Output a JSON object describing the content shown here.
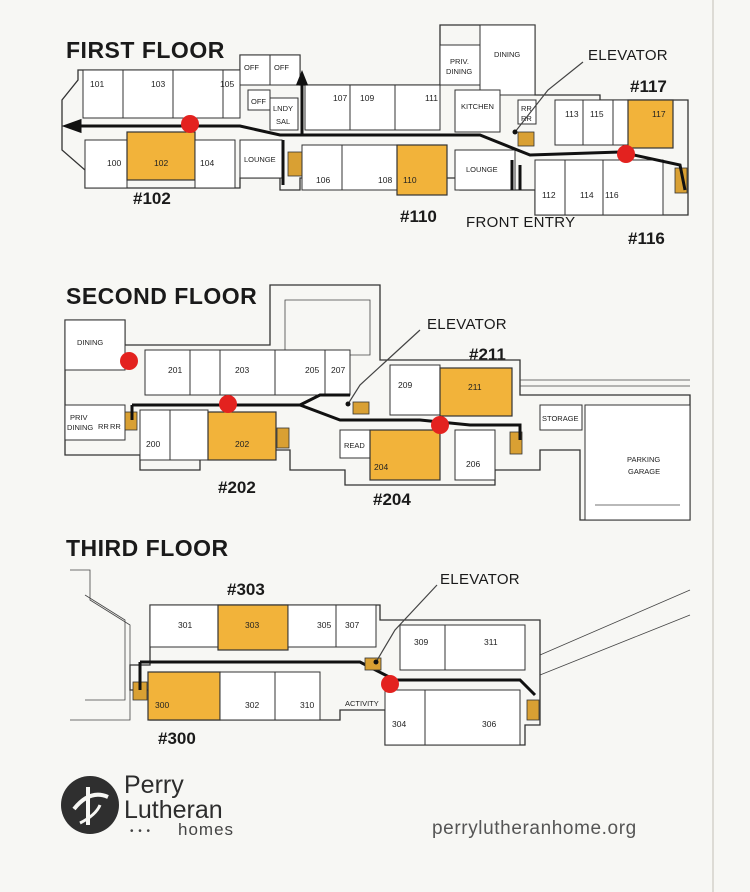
{
  "floors": [
    {
      "title": "FIRST FLOOR",
      "elevator_label": "ELEVATOR",
      "front_entry_label": "FRONT ENTRY",
      "highlighted": [
        "#117",
        "#102",
        "#110",
        "#116"
      ],
      "rooms": [
        "101",
        "103",
        "105",
        "OFF",
        "OFF",
        "OFF",
        "LNDY",
        "SAL",
        "107",
        "109",
        "111",
        "PRIV. DINING",
        "DINING",
        "KITCHEN",
        "RR",
        "RR",
        "113",
        "115",
        "117",
        "100",
        "102",
        "104",
        "LOUNGE",
        "106",
        "108",
        "110",
        "LOUNGE",
        "112",
        "114",
        "116"
      ]
    },
    {
      "title": "SECOND FLOOR",
      "elevator_label": "ELEVATOR",
      "highlighted": [
        "#211",
        "#202",
        "#204"
      ],
      "rooms": [
        "DINING",
        "201",
        "203",
        "205",
        "207",
        "209",
        "211",
        "PRIV DINING",
        "RR",
        "RR",
        "200",
        "202",
        "READ",
        "204",
        "206",
        "STORAGE",
        "PARKING GARAGE"
      ]
    },
    {
      "title": "THIRD FLOOR",
      "elevator_label": "ELEVATOR",
      "highlighted": [
        "#303",
        "#300"
      ],
      "rooms": [
        "301",
        "303",
        "305",
        "307",
        "309",
        "311",
        "300",
        "302",
        "310",
        "ACTIVITY",
        "304",
        "306"
      ]
    }
  ],
  "brand": {
    "line1": "Perry",
    "line2": "Lutheran",
    "line3": "homes",
    "dots": "• • •"
  },
  "website": "perrylutheranhome.org",
  "colors": {
    "unit_highlight": "#f2b33a",
    "marker": "#e3221f",
    "corridor": "#111111",
    "background": "#f7f7f4"
  }
}
